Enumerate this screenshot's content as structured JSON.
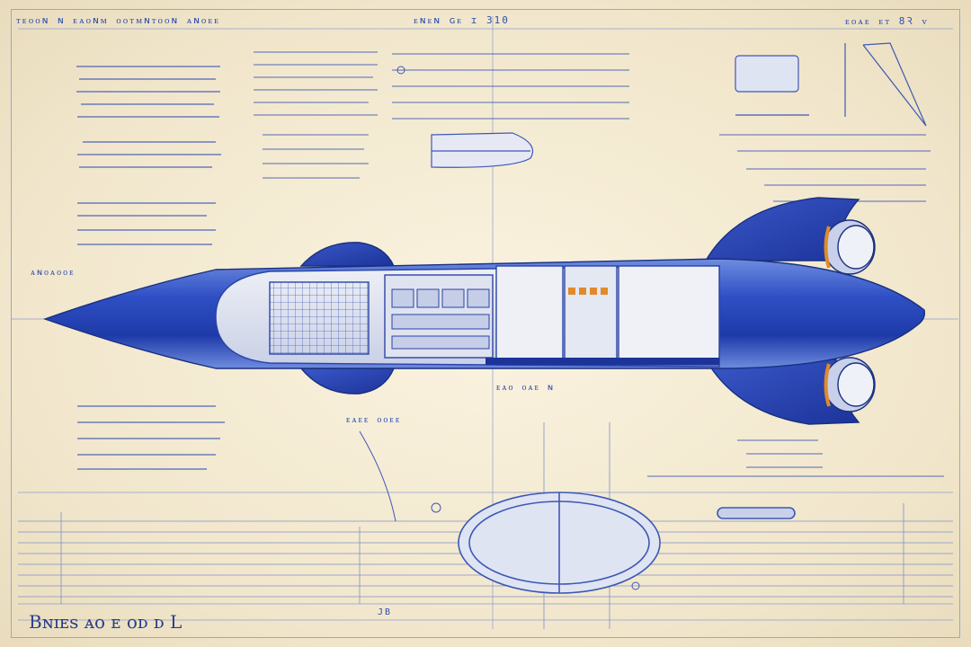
{
  "sheet": {
    "header_left": "ᴛᴇᴏᴏɴ ɴ ᴇᴀᴏɴᴍ ᴏᴏᴛᴍɴᴛᴏᴏɴ ᴀɴᴏᴇᴇ",
    "header_mid": "ᴇɴᴇɴ ɢᴇ ɪ 310",
    "header_right": "ᴇᴏᴀᴇ ᴇᴛ 8Ꝛ ᴠ",
    "footer_left": "Bɴɪᴇs ᴀᴏ ᴇ ᴏᴅ ᴅ L",
    "footer_mark": "JB",
    "left_label": "ᴀɴᴏᴀᴏᴏᴇ",
    "annot_a": "ᴇᴀᴏ ᴏᴀᴇ ɴ",
    "annot_b": "ᴇᴀᴇᴇ ᴏᴏᴇᴇ"
  },
  "colors": {
    "paper": "#f3ead3",
    "ink": "#2f4fb0",
    "hull": "#2d48b8",
    "accent": "#e08a2a"
  }
}
